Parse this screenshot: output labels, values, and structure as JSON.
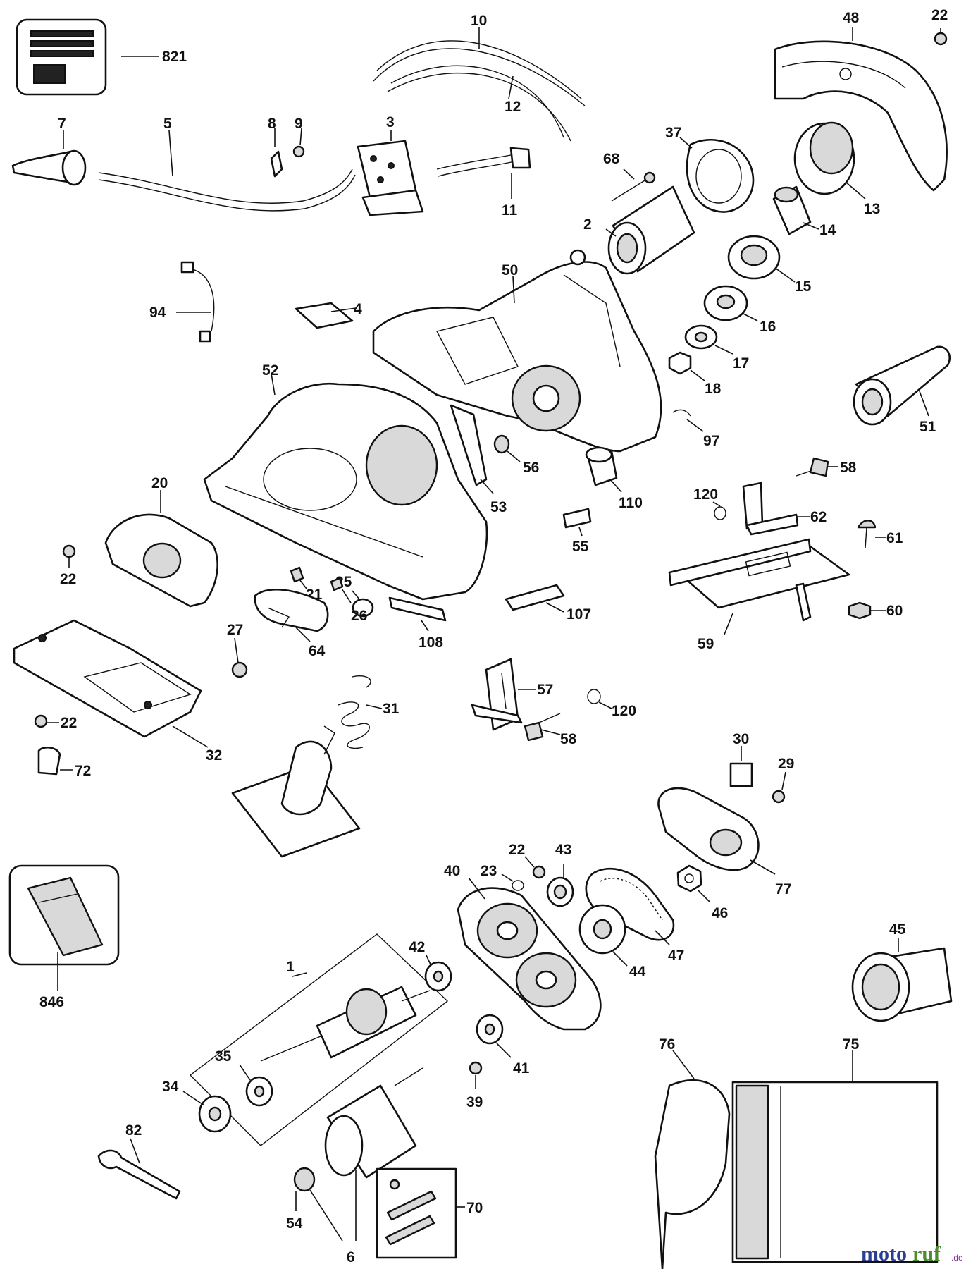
{
  "parts": [
    "821",
    "10",
    "12",
    "48",
    "22",
    "7",
    "5",
    "8",
    "9",
    "3",
    "11",
    "37",
    "68",
    "13",
    "2",
    "14",
    "15",
    "94",
    "4",
    "50",
    "16",
    "17",
    "18",
    "52",
    "51",
    "97",
    "56",
    "53",
    "58",
    "110",
    "120",
    "62",
    "20",
    "55",
    "61",
    "22",
    "21",
    "25",
    "107",
    "108",
    "59",
    "60",
    "27",
    "26",
    "64",
    "57",
    "120",
    "58",
    "31",
    "22",
    "32",
    "72",
    "30",
    "29",
    "22",
    "43",
    "23",
    "40",
    "46",
    "47",
    "44",
    "45",
    "77",
    "846",
    "1",
    "42",
    "35",
    "41",
    "34",
    "39",
    "76",
    "75",
    "82",
    "54",
    "6",
    "70"
  ],
  "watermark": {
    "brand_a": "moto",
    "brand_b": "ruf",
    "tld": ".de",
    "colors": [
      "#2c3e94",
      "#4c8a2e",
      "#7a2a8c",
      "#c0392b"
    ]
  }
}
